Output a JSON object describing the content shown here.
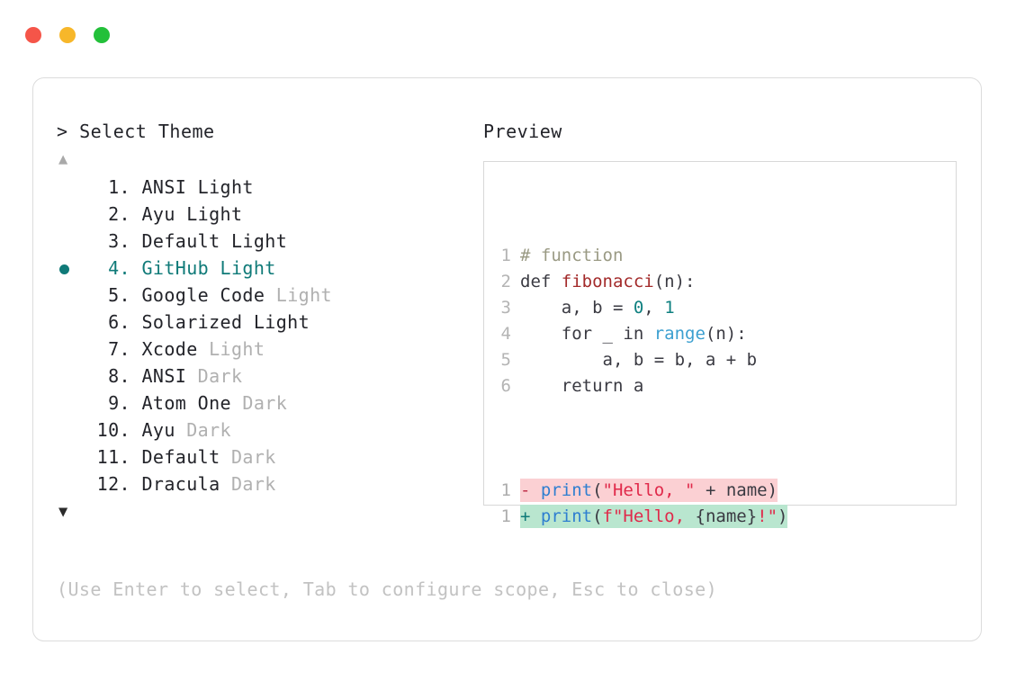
{
  "window": {
    "dots": [
      {
        "name": "close-dot",
        "color": "#f55549"
      },
      {
        "name": "minimize-dot",
        "color": "#f7b72a"
      },
      {
        "name": "maximize-dot",
        "color": "#23c03a"
      }
    ]
  },
  "selector": {
    "prompt_caret": ">",
    "title": "Select Theme",
    "scroll_up_glyph": "▲",
    "scroll_down_glyph": "▼",
    "selected_index": 4,
    "items": [
      {
        "num": "1.",
        "name": "ANSI Light",
        "variant": ""
      },
      {
        "num": "2.",
        "name": "Ayu Light",
        "variant": ""
      },
      {
        "num": "3.",
        "name": "Default Light",
        "variant": ""
      },
      {
        "num": "4.",
        "name": "GitHub Light",
        "variant": ""
      },
      {
        "num": "5.",
        "name": "Google Code",
        "variant": " Light"
      },
      {
        "num": "6.",
        "name": "Solarized Light",
        "variant": ""
      },
      {
        "num": "7.",
        "name": "Xcode",
        "variant": " Light"
      },
      {
        "num": "8.",
        "name": "ANSI",
        "variant": " Dark"
      },
      {
        "num": "9.",
        "name": "Atom One",
        "variant": " Dark"
      },
      {
        "num": "10.",
        "name": "Ayu",
        "variant": " Dark"
      },
      {
        "num": "11.",
        "name": "Default",
        "variant": " Dark"
      },
      {
        "num": "12.",
        "name": "Dracula",
        "variant": " Dark"
      }
    ]
  },
  "hint": "(Use Enter to select, Tab to configure scope, Esc to close)",
  "preview": {
    "label": "Preview",
    "code_lines": [
      {
        "ln": "1",
        "tokens": [
          {
            "t": "comment",
            "s": "# function"
          }
        ]
      },
      {
        "ln": "2",
        "tokens": [
          {
            "t": "keyword",
            "s": "def "
          },
          {
            "t": "func",
            "s": "fibonacci"
          },
          {
            "t": "punct",
            "s": "(n):"
          }
        ]
      },
      {
        "ln": "3",
        "tokens": [
          {
            "t": "plain",
            "s": "    a, b = "
          },
          {
            "t": "num",
            "s": "0"
          },
          {
            "t": "plain",
            "s": ", "
          },
          {
            "t": "num",
            "s": "1"
          }
        ]
      },
      {
        "ln": "4",
        "tokens": [
          {
            "t": "plain",
            "s": "    for _ in "
          },
          {
            "t": "builtin",
            "s": "range"
          },
          {
            "t": "punct",
            "s": "(n):"
          }
        ]
      },
      {
        "ln": "5",
        "tokens": [
          {
            "t": "plain",
            "s": "        a, b = b, a + b"
          }
        ]
      },
      {
        "ln": "6",
        "tokens": [
          {
            "t": "plain",
            "s": "    return a"
          }
        ]
      }
    ],
    "diff_lines": [
      {
        "ln": "1",
        "kind": "del",
        "sign": "-",
        "tokens": [
          {
            "t": "call",
            "s": "print"
          },
          {
            "t": "punct",
            "s": "("
          },
          {
            "t": "string",
            "s": "\"Hello, \""
          },
          {
            "t": "plain",
            "s": " + name"
          },
          {
            "t": "punct",
            "s": ")"
          }
        ]
      },
      {
        "ln": "1",
        "kind": "add",
        "sign": "+",
        "tokens": [
          {
            "t": "call",
            "s": "print"
          },
          {
            "t": "punct",
            "s": "("
          },
          {
            "t": "string",
            "s": "f\"Hello, "
          },
          {
            "t": "punct",
            "s": "{name}"
          },
          {
            "t": "string",
            "s": "!\""
          },
          {
            "t": "punct",
            "s": ")"
          }
        ]
      }
    ]
  }
}
